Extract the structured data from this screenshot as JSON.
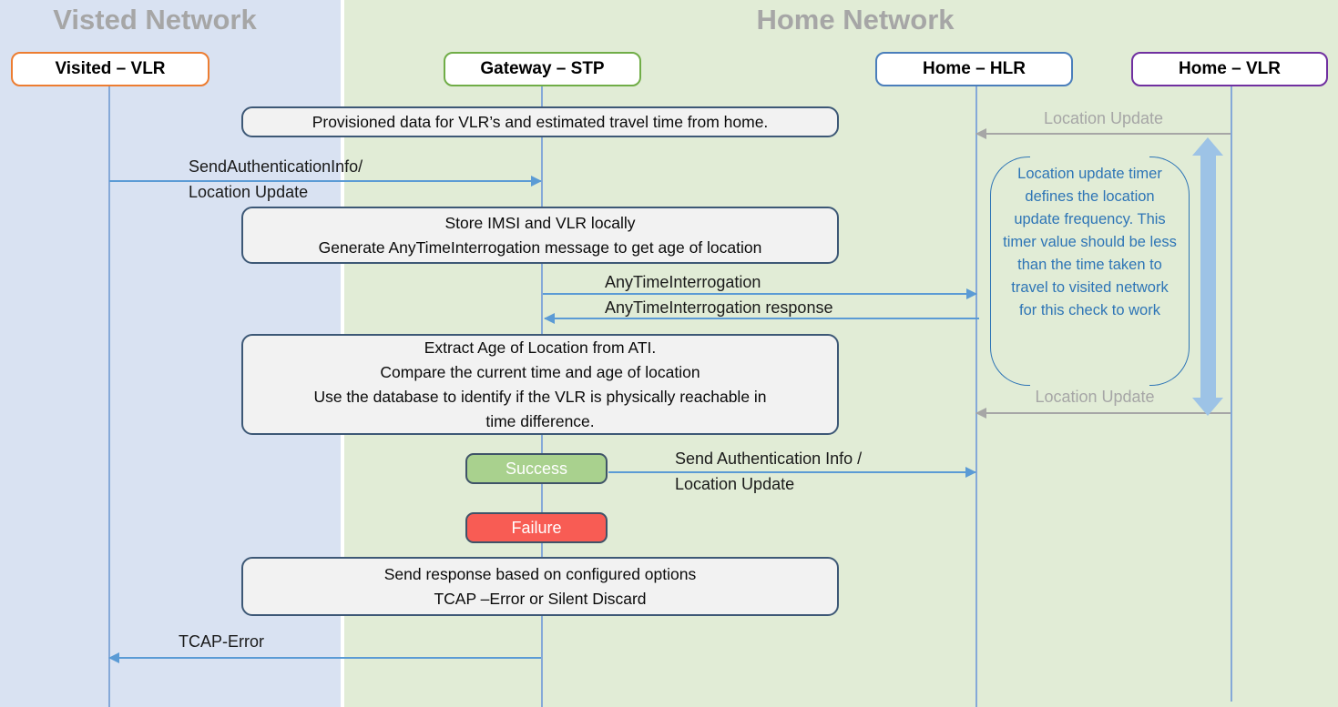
{
  "titles": {
    "visited": "Visted Network",
    "home": "Home Network"
  },
  "entities": [
    {
      "label": "Visited – VLR",
      "border": "#ED7D31"
    },
    {
      "label": "Gateway – STP",
      "border": "#70AD47"
    },
    {
      "label": "Home – HLR",
      "border": "#4A7EBB"
    },
    {
      "label": "Home – VLR",
      "border": "#7030A0"
    }
  ],
  "process_boxes": {
    "provisioned": {
      "lines": [
        "Provisioned data for VLR’s and estimated travel time from home."
      ]
    },
    "store_imsi": {
      "lines": [
        "Store IMSI and VLR locally",
        "Generate AnyTimeInterrogation message to get age of location"
      ]
    },
    "extract_age": {
      "lines": [
        "Extract Age of Location from ATI.",
        "Compare the current time and age of location",
        "Use the database to identify if the VLR is physically reachable in",
        "time difference."
      ]
    },
    "send_response": {
      "lines": [
        "Send response based on configured options",
        "TCAP –Error or Silent Discard"
      ]
    }
  },
  "messages": {
    "location_update_top": "Location Update",
    "send_auth_line1": "SendAuthenticationInfo/",
    "send_auth_line2": "Location Update",
    "ati_request": "AnyTimeInterrogation",
    "ati_response": "AnyTimeInterrogation response",
    "send_auth2_line1": "Send Authentication Info /",
    "send_auth2_line2": "Location Update",
    "location_update_bottom": "Location Update",
    "tcap_error": "TCAP-Error"
  },
  "status": {
    "success": "Success",
    "failure": "Failure"
  },
  "callout": {
    "text": "Location update timer defines the location update frequency. This timer value should be less than the time taken to travel to visited network for this check to work"
  },
  "colors": {
    "visited_panel_bg": "#D9E2F2",
    "home_panel_bg": "#E1ECD6",
    "success_bg": "#A9D18E",
    "failure_bg": "#F85C54",
    "arrow_blue": "#5B9BD5",
    "arrow_gray": "#A6A6A6",
    "callout_blue": "#2E75B6",
    "thick_arrow_blue": "#9DC3E6",
    "note_bg": "#F2F2F2",
    "note_border": "#3D5876"
  }
}
